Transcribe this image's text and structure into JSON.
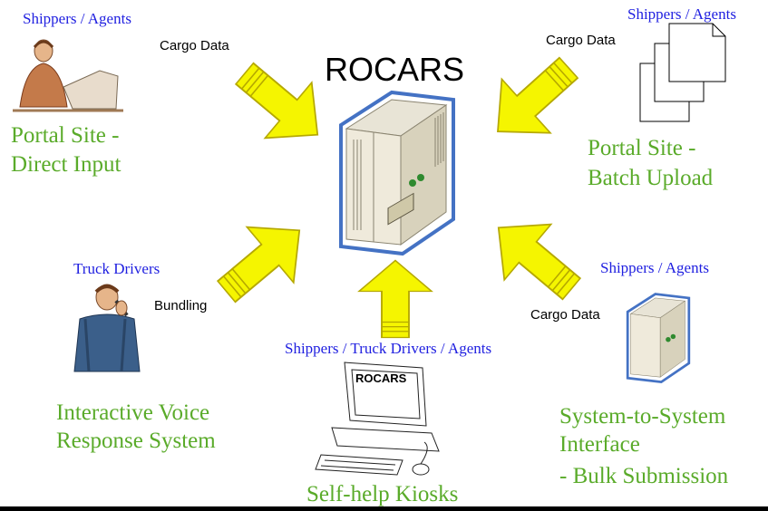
{
  "title": "ROCARS",
  "kiosk_screen_label": "ROCARS",
  "colors": {
    "arrow_fill": "#f5f500",
    "arrow_stroke": "#b5a800",
    "channel_text": "#5aab2a",
    "role_text": "#1f1fe0",
    "server_edge": "#4472c4"
  },
  "channels": {
    "portal_direct": {
      "role": "Shippers / Agents",
      "flow": "Cargo Data",
      "name_line1": "Portal Site -",
      "name_line2": "Direct Input",
      "icon": "person-at-computer-icon"
    },
    "portal_batch": {
      "role": "Shippers / Agents",
      "flow": "Cargo Data",
      "name_line1": "Portal Site -",
      "name_line2": "Batch Upload",
      "icon": "documents-icon"
    },
    "ivrs": {
      "role": "Truck Drivers",
      "flow": "Bundling",
      "name_line1": "Interactive Voice",
      "name_line2": "Response System",
      "icon": "phone-worker-icon"
    },
    "s2s": {
      "role": "Shippers / Agents",
      "flow": "Cargo Data",
      "name_line1": "System-to-System",
      "name_line2": "Interface",
      "name_line3": "- Bulk Submission",
      "icon": "server-icon"
    },
    "kiosk": {
      "role": "Shippers / Truck Drivers / Agents",
      "name": "Self-help Kiosks",
      "icon": "kiosk-computer-icon"
    }
  }
}
